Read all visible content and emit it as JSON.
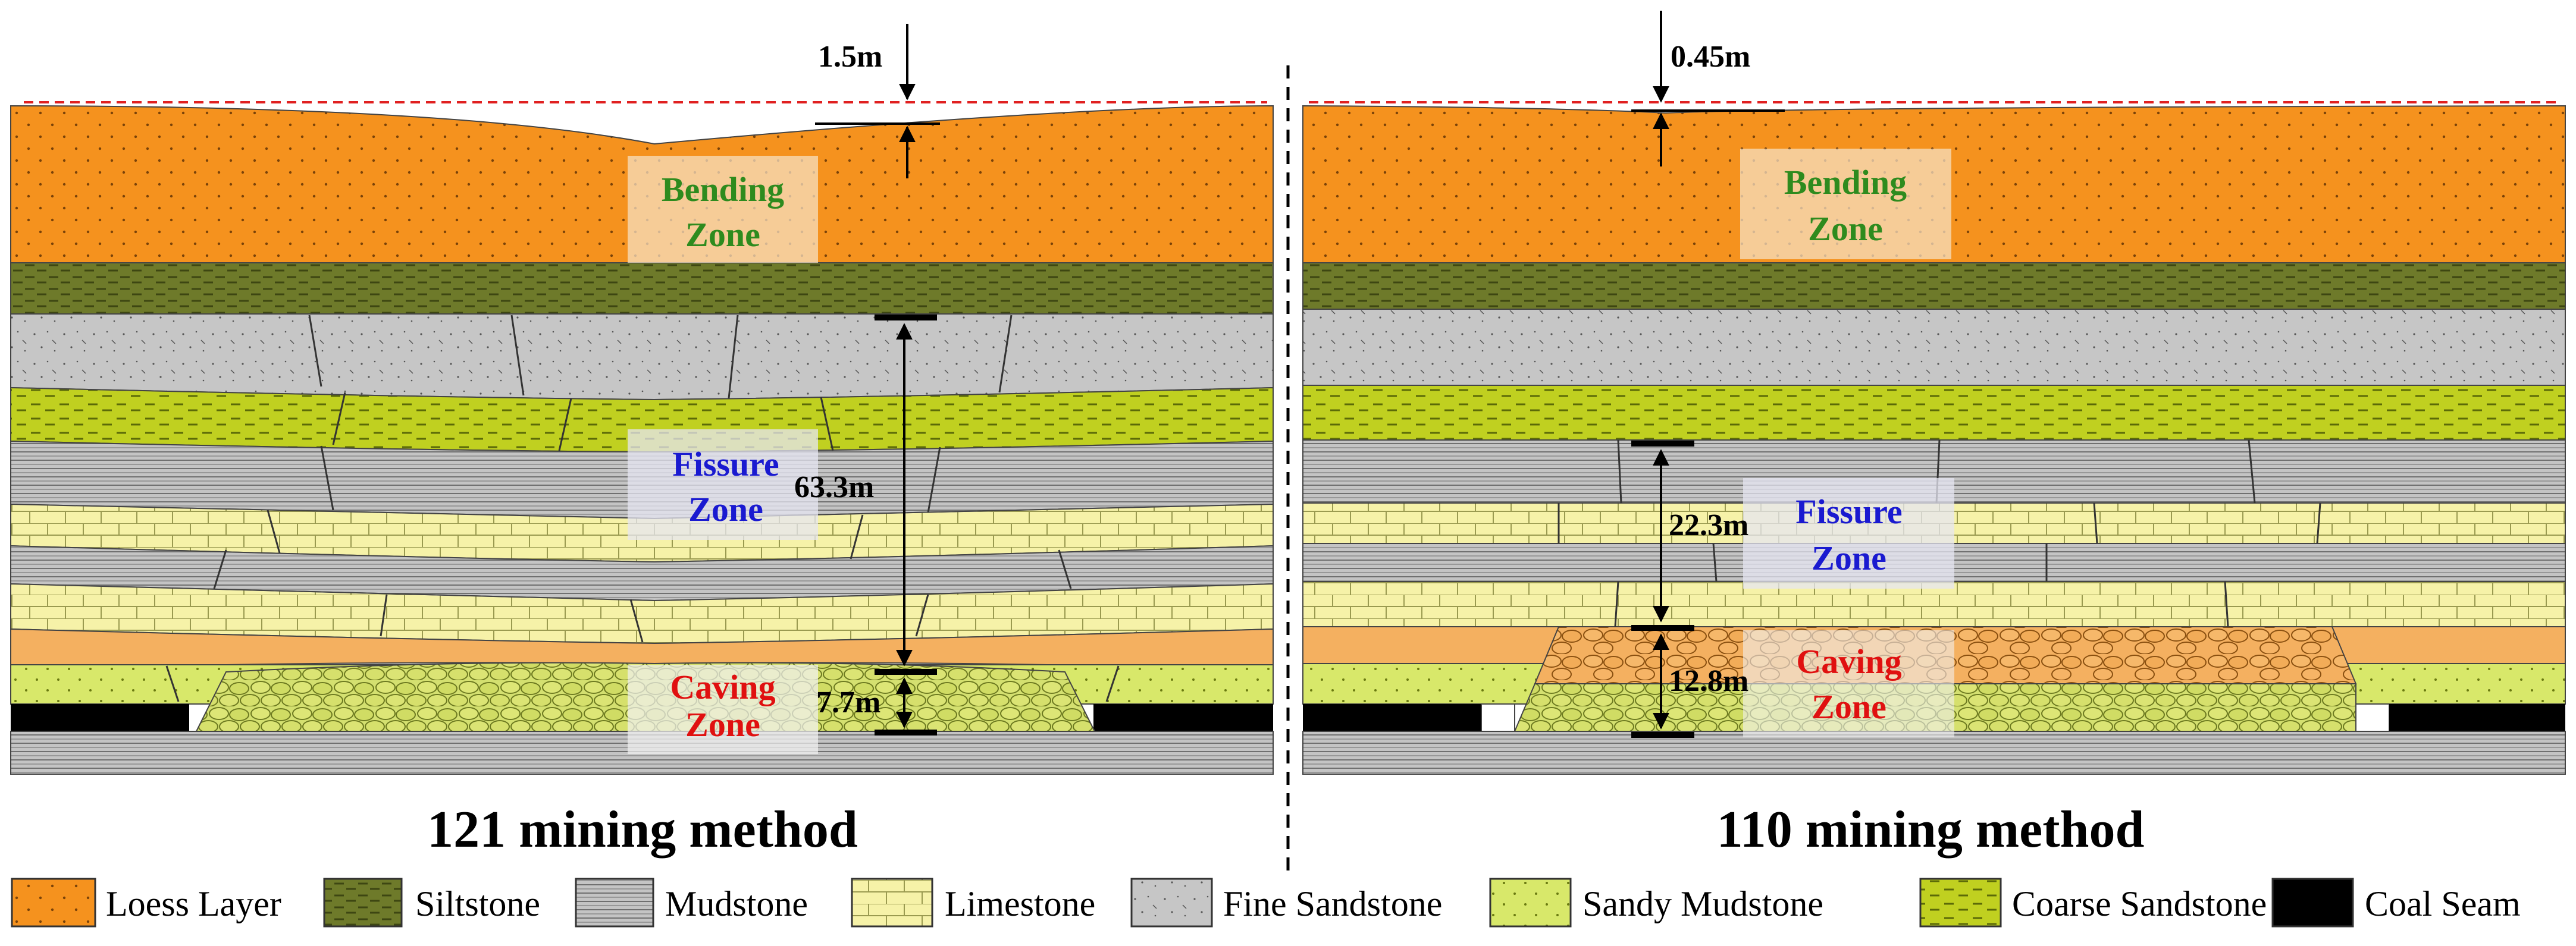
{
  "panels": {
    "left": {
      "title": "121 mining method",
      "subsidence": "1.5m",
      "fissure_height": "63.3m",
      "caving_height": "7.7m",
      "bending_line1": "Bending",
      "bending_line2": "Zone",
      "fissure_line1": "Fissure",
      "fissure_line2": "Zone",
      "caving_line1": "Caving",
      "caving_line2": "Zone"
    },
    "right": {
      "title": "110 mining method",
      "subsidence": "0.45m",
      "fissure_height": "22.3m",
      "caving_height": "12.8m",
      "bending_line1": "Bending",
      "bending_line2": "Zone",
      "fissure_line1": "Fissure",
      "fissure_line2": "Zone",
      "caving_line1": "Caving",
      "caving_line2": "Zone"
    }
  },
  "colors": {
    "bending_text": "#2e8b1e",
    "fissure_text": "#1a1ad0",
    "caving_text": "#e01010",
    "surface_line": "#e02020"
  },
  "legend": [
    {
      "label": "Loess Layer",
      "pattern": "loess"
    },
    {
      "label": "Siltstone",
      "pattern": "silt"
    },
    {
      "label": "Mudstone",
      "pattern": "mud"
    },
    {
      "label": "Limestone",
      "pattern": "lime"
    },
    {
      "label": "Fine Sandstone",
      "pattern": "fine"
    },
    {
      "label": "Sandy Mudstone",
      "pattern": "sandymud"
    },
    {
      "label": "Coarse Sandstone",
      "pattern": "coarse"
    },
    {
      "label": "Coal Seam",
      "pattern": "coal"
    }
  ]
}
